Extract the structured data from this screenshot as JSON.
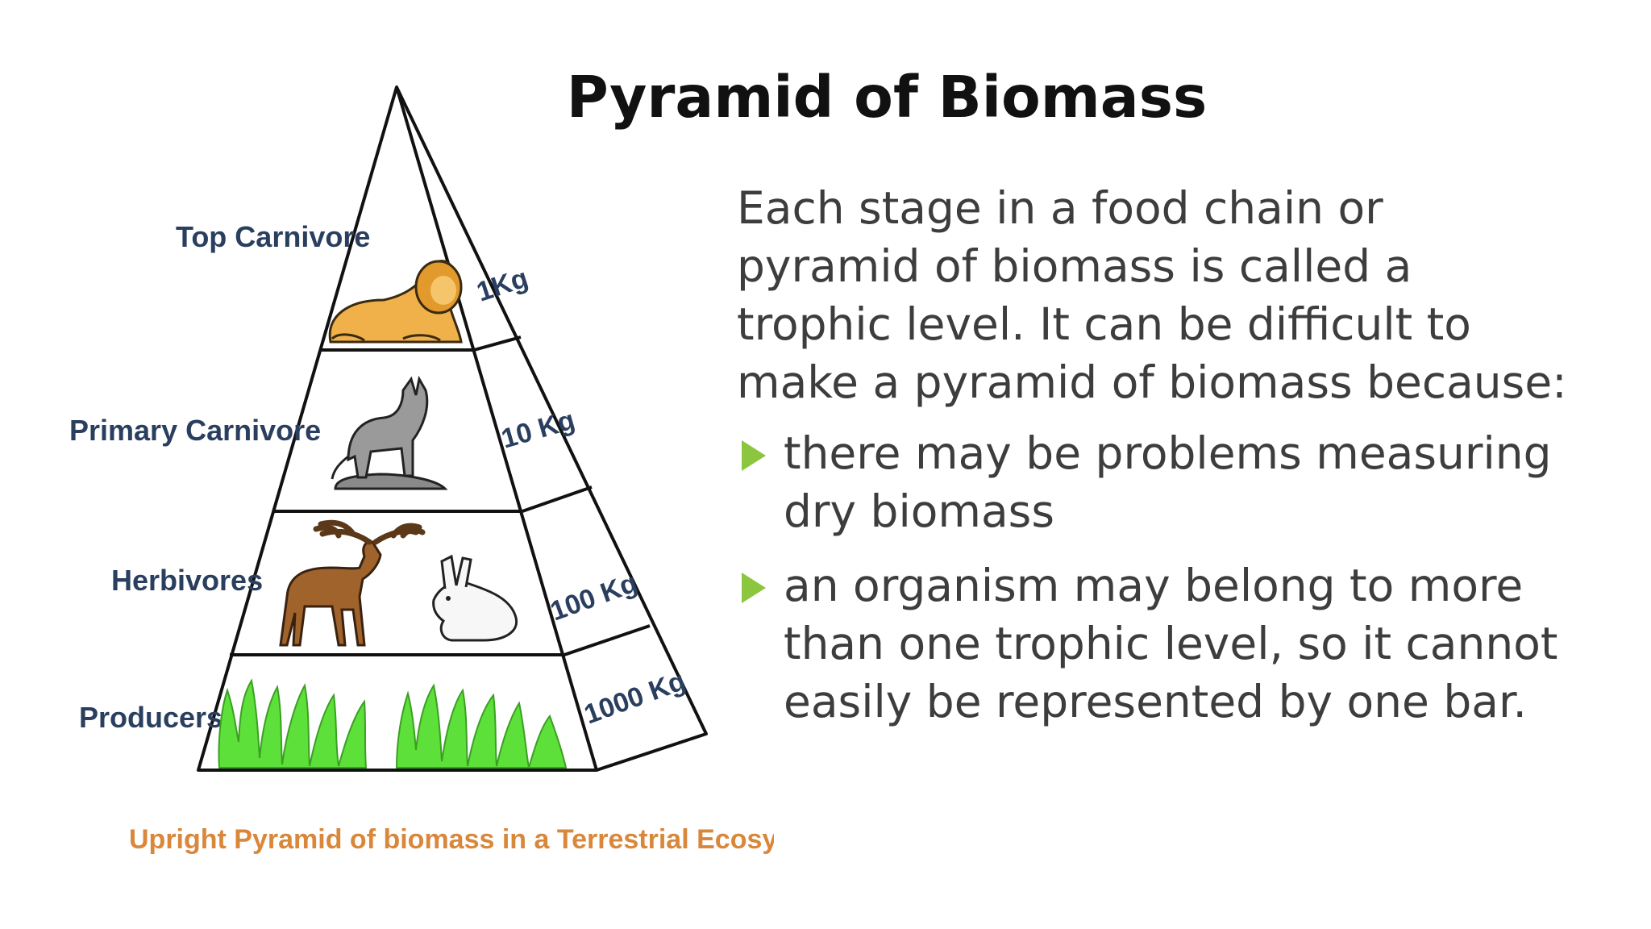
{
  "slide": {
    "title": "Pyramid of Biomass",
    "intro": "Each stage in a food chain or pyramid of biomass is called a trophic level. It can be difficult to make a pyramid of biomass because:",
    "bullets": [
      {
        "text": "there may be problems measuring dry biomass"
      },
      {
        "text": "an organism may belong to more than one trophic level, so it cannot easily be represented by one bar."
      }
    ],
    "bullet_icon": "triangle-right-icon",
    "bullet_color": "#8cc63f"
  },
  "diagram": {
    "tiers": [
      {
        "label": "Top Carnivore",
        "mass": "1Kg",
        "organism": "lion"
      },
      {
        "label": "Primary Carnivore",
        "mass": "10 Kg",
        "organism": "wolf"
      },
      {
        "label": "Herbivores",
        "mass": "100 Kg",
        "organism": "deer and rabbit"
      },
      {
        "label": "Producers",
        "mass": "1000 Kg",
        "organism": "green plants"
      }
    ],
    "caption": "Upright Pyramid of biomass in a Terrestrial Ecosystem"
  }
}
